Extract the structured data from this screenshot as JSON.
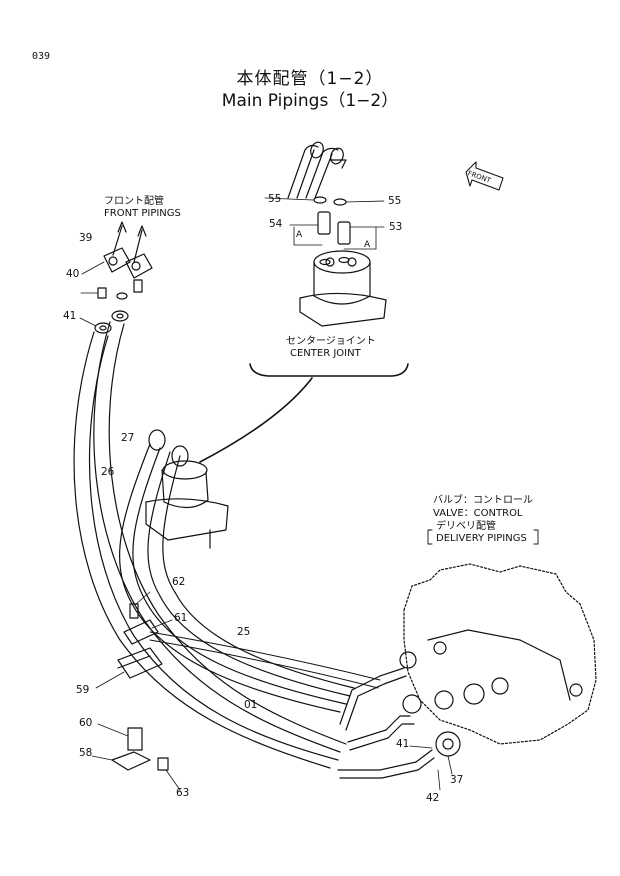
{
  "page_number": "039",
  "title": {
    "jp": "本体配管（1−2）",
    "en": "Main Pipings（1−2）"
  },
  "labels": {
    "front_pipings_jp": "フロント配管",
    "front_pipings_en": "FRONT PIPINGS",
    "center_joint_jp": "センタージョイント",
    "center_joint_en": "CENTER JOINT",
    "valve_jp": "バルブ：コントロール",
    "valve_en": "VALVE：CONTROL",
    "delivery_jp": "デリベリ配管",
    "delivery_en": "DELIVERY PIPINGS",
    "front_arrow": "FRONT",
    "detail_a": "A"
  },
  "callouts": {
    "c39": "39",
    "c40": "40",
    "c41": "41",
    "c55l": "55",
    "c55r": "55",
    "c54": "54",
    "c53": "53",
    "c27": "27",
    "c26": "26",
    "c62": "62",
    "c61": "61",
    "c25": "25",
    "c59": "59",
    "c60": "60",
    "c01": "01",
    "c58": "58",
    "c63": "63",
    "c41b": "41",
    "c37": "37",
    "c42": "42"
  }
}
